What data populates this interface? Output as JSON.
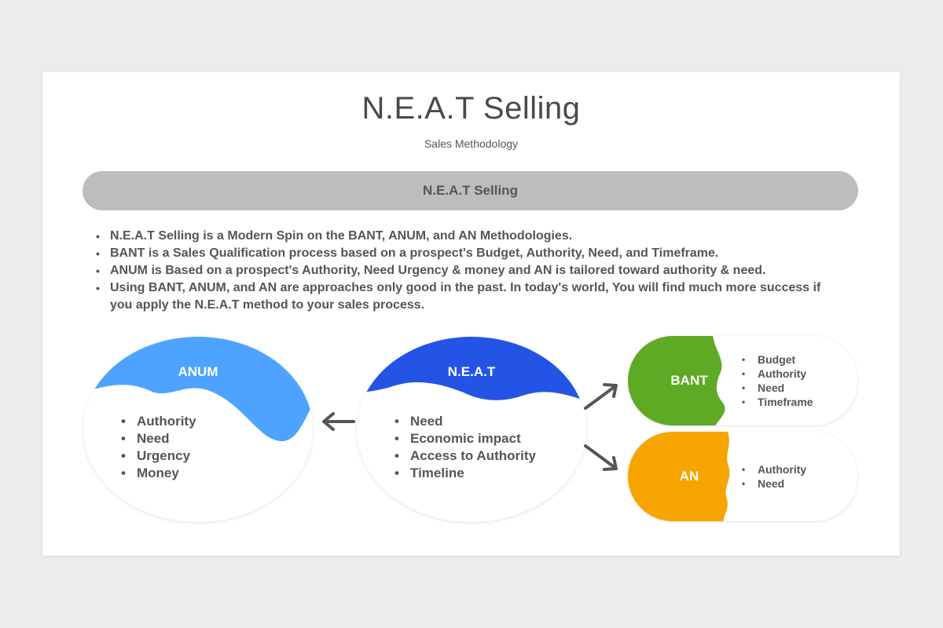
{
  "title": "N.E.A.T Selling",
  "subtitle": "Sales Methodology",
  "banner": "N.E.A.T Selling",
  "bullets": [
    "N.E.A.T Selling is a Modern Spin on the BANT, ANUM, and AN Methodologies.",
    "BANT is a Sales Qualification process based on a prospect's Budget, Authority, Need, and Timeframe.",
    "ANUM is Based on a prospect's Authority, Need Urgency & money and AN is tailored toward authority & need.",
    "Using BANT, ANUM, and AN are approaches only good in the past. In today's world, You will find much more success if you apply the N.E.A.T method to your sales process."
  ],
  "anum": {
    "label": "ANUM",
    "items": [
      "Authority",
      "Need",
      "Urgency",
      "Money"
    ],
    "color": "#4da3ff"
  },
  "neat": {
    "label": "N.E.A.T",
    "items": [
      "Need",
      "Economic impact",
      "Access to Authority",
      "Timeline"
    ],
    "color": "#2354e6"
  },
  "bant": {
    "label": "BANT",
    "items": [
      "Budget",
      "Authority",
      "Need",
      "Timeframe"
    ],
    "color": "#5faa24"
  },
  "an": {
    "label": "AN",
    "items": [
      "Authority",
      "Need"
    ],
    "color": "#f6a400"
  },
  "colors": {
    "text": "#555555",
    "banner": "#bdbdbd",
    "arrow": "#555555",
    "background": "#ececec"
  }
}
